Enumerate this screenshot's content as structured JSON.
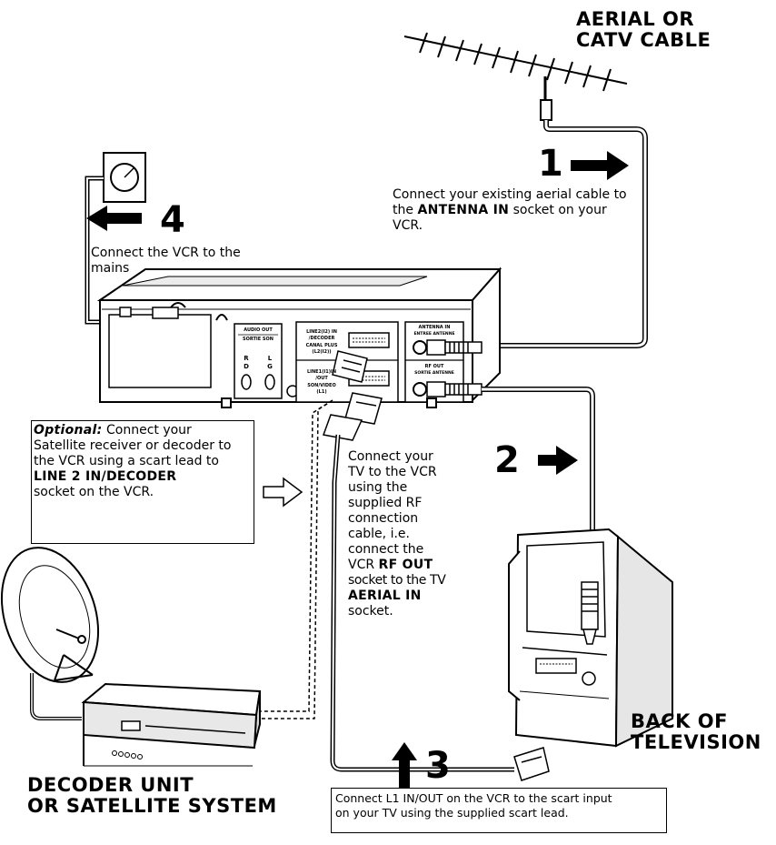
{
  "titles": {
    "aerial": "AERIAL OR",
    "aerial2": "CATV CABLE",
    "tv": "BACK OF",
    "tv2": "TELEVISION",
    "decoder": "DECODER UNIT",
    "decoder2": "OR SATELLITE SYSTEM"
  },
  "steps": {
    "s1": {
      "number": "1",
      "text_pre": "Connect your existing aerial cable to the ",
      "text_bold": "ANTENNA IN",
      "text_post": " socket on your VCR."
    },
    "s2": {
      "number": "2",
      "line1": "Connect your",
      "line2": "TV to the VCR",
      "line3": "using the",
      "line4": "supplied RF",
      "line5": "connection",
      "line6": "cable, i.e.",
      "line7": "connect the",
      "line8_pre": "VCR ",
      "line8_bold": "RF OUT",
      "line9": "socket to the TV",
      "line10_bold": "AERIAL IN",
      "line11": "socket."
    },
    "s3": {
      "number": "3",
      "line1": "Connect L1  IN/OUT on the VCR to the scart input",
      "line2": "on your TV using the supplied scart lead."
    },
    "s4": {
      "number": "4",
      "line1": "Connect the VCR to the",
      "line2": "mains"
    }
  },
  "optional": {
    "label": "Optional:",
    "line1": " Connect your",
    "line2": "Satellite receiver or decoder to",
    "line3": "the VCR using a scart lead to",
    "line4_bold": "LINE 2 IN/DECODER",
    "line5": "socket on the VCR."
  },
  "vcr_labels": {
    "audio_out": "AUDIO OUT",
    "sortie_son": "SORTIE SON",
    "r": "R",
    "d": "D",
    "l": "L",
    "g": "G",
    "line2": "LINE2(I2) IN",
    "decoder": "/DECODER",
    "canal": "CANAL PLUS",
    "l2": "(L2(I2))",
    "line1": "LINE1(I1)IN",
    "out": "/OUT",
    "son": "SON/VIDEO",
    "l1": "(L1)",
    "antenna_in": "ANTENNA IN",
    "entree": "ENTREE ANTENNE",
    "rf_out": "RF OUT",
    "sortie_ant": "SORTIE ANTENNE"
  },
  "colors": {
    "ink": "#000000",
    "paper": "#ffffff",
    "shade": "#d9d9d9"
  }
}
